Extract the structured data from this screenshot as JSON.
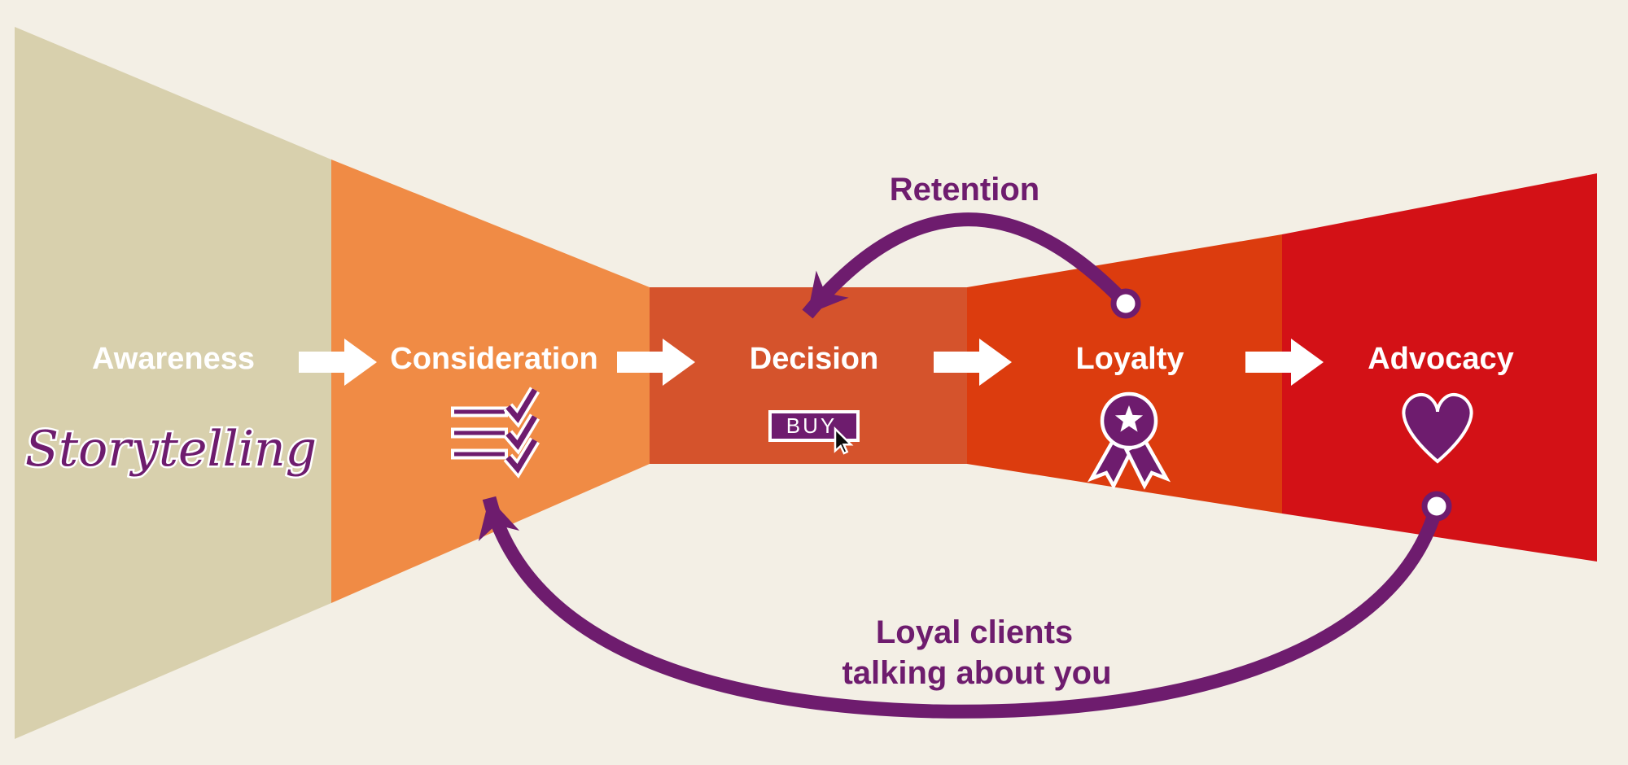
{
  "palette": {
    "background": "#f3efe5",
    "accent_purple": "#6e1c6e",
    "white": "#ffffff"
  },
  "stages": [
    {
      "label": "Awareness",
      "color": "#d8d0ad",
      "annotation": "Storytelling"
    },
    {
      "label": "Consideration",
      "color": "#f08b45",
      "icon": "checklist-icon"
    },
    {
      "label": "Decision",
      "color": "#d5532c",
      "button_label": "BUY",
      "icon": "cursor-icon"
    },
    {
      "label": "Loyalty",
      "color": "#dc3c0e",
      "icon": "award-icon"
    },
    {
      "label": "Advocacy",
      "color": "#d31116",
      "icon": "heart-icon"
    }
  ],
  "loops": {
    "retention": {
      "label": "Retention",
      "from": "Loyalty",
      "to": "Decision"
    },
    "word_of_mouth": {
      "line1": "Loyal clients",
      "line2": "talking about you",
      "from": "Advocacy",
      "to": "Consideration"
    }
  }
}
